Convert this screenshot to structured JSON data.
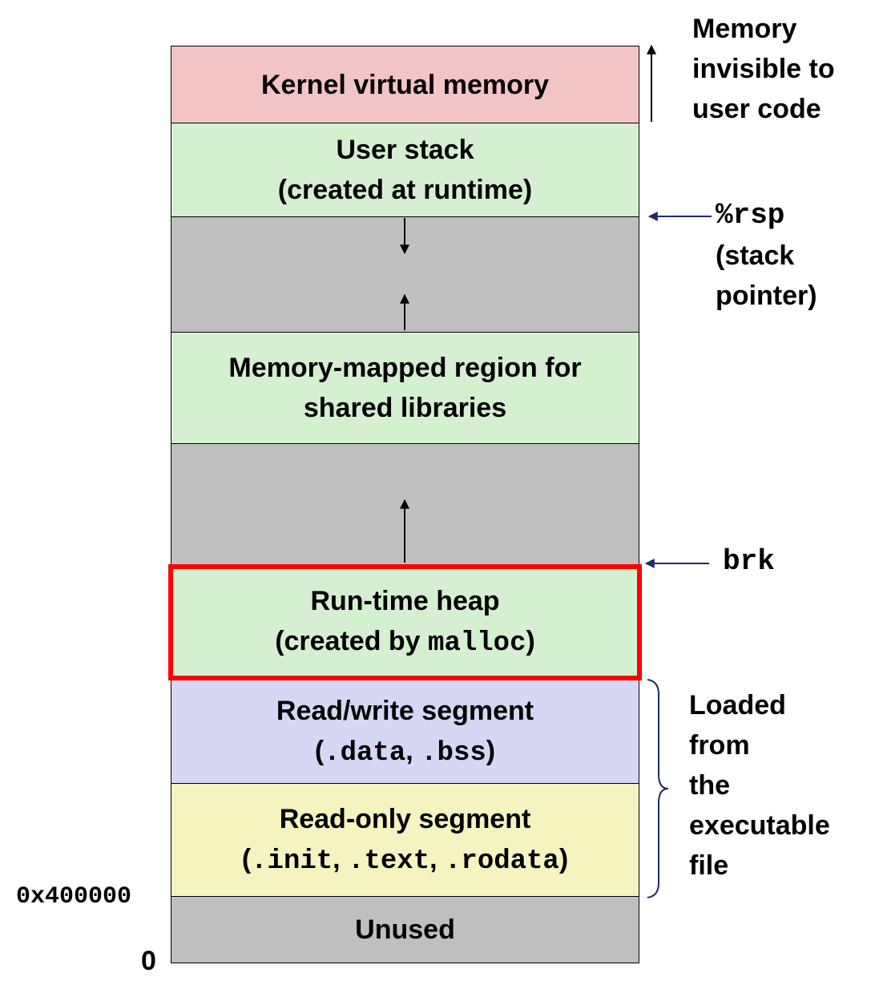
{
  "colors": {
    "kernel": "#f2c4c6",
    "green": "#d5f0d1",
    "gray": "#bfbfbf",
    "rw": "#d6d7f3",
    "ro": "#f5f3c0",
    "highlight": "#ff0000",
    "arrow_blue": "#1f2a6b"
  },
  "segments": {
    "kernel": {
      "label": "Kernel virtual memory"
    },
    "stack": {
      "line1": "User stack",
      "line2": "(created at runtime)"
    },
    "mmap": {
      "line1": "Memory-mapped region for",
      "line2": "shared libraries"
    },
    "heap": {
      "line1": "Run-time heap",
      "line2_prefix": "(created by ",
      "line2_code": "malloc",
      "line2_suffix": ")"
    },
    "rw": {
      "line1": "Read/write segment",
      "line2_open": "(",
      "line2_code1": ".data",
      "line2_sep": ", ",
      "line2_code2": ".bss",
      "line2_close": ")"
    },
    "ro": {
      "line1": "Read-only segment",
      "line2_open": "(",
      "line2_code1": ".init",
      "line2_sep1": ", ",
      "line2_code2": ".text",
      "line2_sep2": ", ",
      "line2_code3": ".rodata",
      "line2_close": ")"
    },
    "unused": {
      "label": "Unused"
    }
  },
  "annotations": {
    "kernel_note": [
      "Memory",
      "invisible to",
      "user code"
    ],
    "rsp_code": "%rsp",
    "rsp_note": [
      "(stack",
      "pointer)"
    ],
    "brk_code": "brk",
    "loaded_note": [
      "Loaded",
      "from",
      "the",
      "executable",
      "file"
    ]
  },
  "addresses": {
    "start": "0x400000",
    "zero": "0"
  }
}
